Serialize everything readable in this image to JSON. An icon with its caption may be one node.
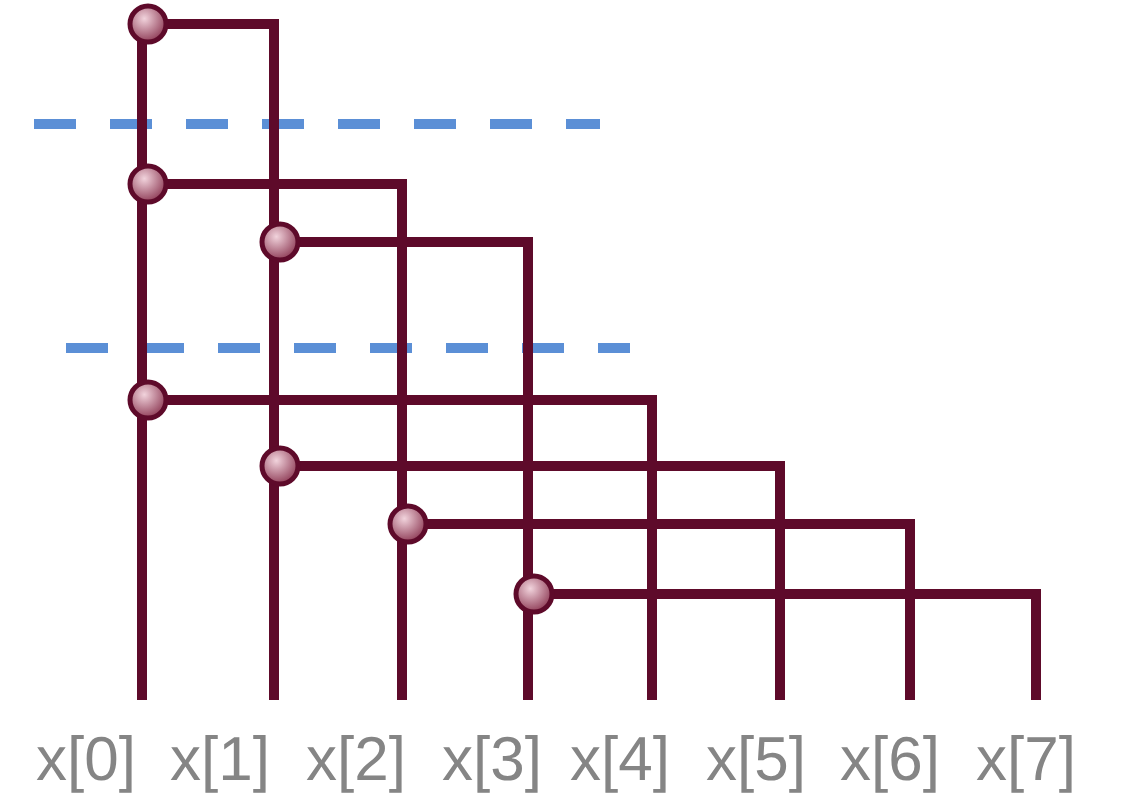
{
  "diagram": {
    "labels": [
      "x[0]",
      "x[1]",
      "x[2]",
      "x[3]",
      "x[4]",
      "x[5]",
      "x[6]",
      "x[7]"
    ]
  }
}
